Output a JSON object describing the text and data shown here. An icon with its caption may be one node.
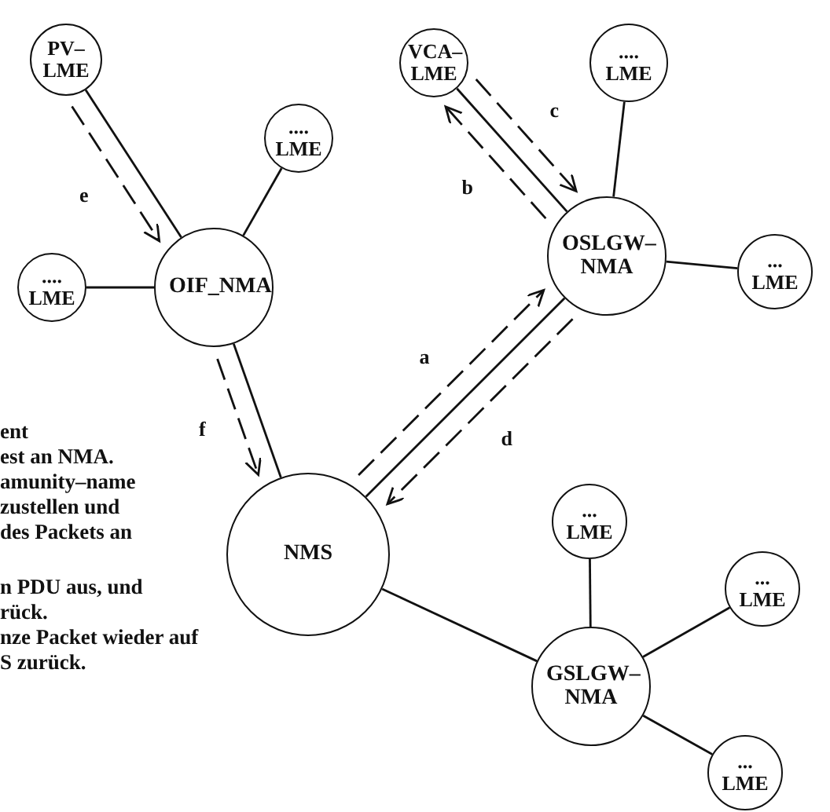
{
  "diagram": {
    "nodes": [
      {
        "text": [
          "PV– LME"
        ]
      },
      {
        "text": [
          ".... LME"
        ]
      },
      {
        "text": [
          ".... LME"
        ]
      },
      {
        "text": [
          "OIF_NMA"
        ]
      },
      {
        "text": [
          "VCA– LME"
        ]
      },
      {
        "text": [
          ".... LME"
        ]
      },
      {
        "text": [
          "OSLGW– NMA"
        ]
      },
      {
        "text": [
          "... LME"
        ]
      },
      {
        "text": [
          "NMS"
        ]
      },
      {
        "text": [
          "... LME"
        ]
      },
      {
        "text": [
          "... LME"
        ]
      },
      {
        "text": [
          "GSLGW– NMA"
        ]
      },
      {
        "text": [
          "... LME"
        ]
      }
    ],
    "edges": [
      {
        "from": 0,
        "to": 3,
        "arrow": "none"
      },
      {
        "from": 3,
        "to": 1,
        "arrow": "none"
      },
      {
        "from": 2,
        "to": 3,
        "arrow": "none"
      },
      {
        "from": 3,
        "to": 8,
        "arrow": "none"
      },
      {
        "from": 4,
        "to": 6,
        "arrow": "none"
      },
      {
        "from": 6,
        "to": 5,
        "arrow": "none"
      },
      {
        "from": 6,
        "to": 7,
        "arrow": "none"
      },
      {
        "from": 8,
        "to": 6,
        "arrow": "none"
      },
      {
        "from": 8,
        "to": 11,
        "arrow": "none"
      },
      {
        "from": 11,
        "to": 9,
        "arrow": "none"
      },
      {
        "from": 11,
        "to": 10,
        "arrow": "none"
      },
      {
        "from": 11,
        "to": 12,
        "arrow": "none"
      },
      {
        "from": 0,
        "to": 3,
        "arrow": "to",
        "style": "dashed",
        "label": "e"
      },
      {
        "from": 3,
        "to": 8,
        "arrow": "to",
        "style": "dashed",
        "label": "f"
      },
      {
        "from": 8,
        "to": 6,
        "arrow": "to",
        "style": "dashed",
        "label": "a"
      },
      {
        "from": 6,
        "to": 8,
        "arrow": "to",
        "style": "dashed",
        "label": "d"
      },
      {
        "from": 6,
        "to": 4,
        "arrow": "to",
        "style": "dashed",
        "label": "b"
      },
      {
        "from": 4,
        "to": 6,
        "arrow": "to",
        "style": "dashed",
        "label": "c"
      }
    ],
    "labels": [
      "ent",
      "est an NMA.",
      "amunity–name",
      "zustellen und",
      "des Packets an",
      "n PDU aus, und",
      "rück.",
      "nze Packet wieder auf",
      "S zurück."
    ]
  }
}
